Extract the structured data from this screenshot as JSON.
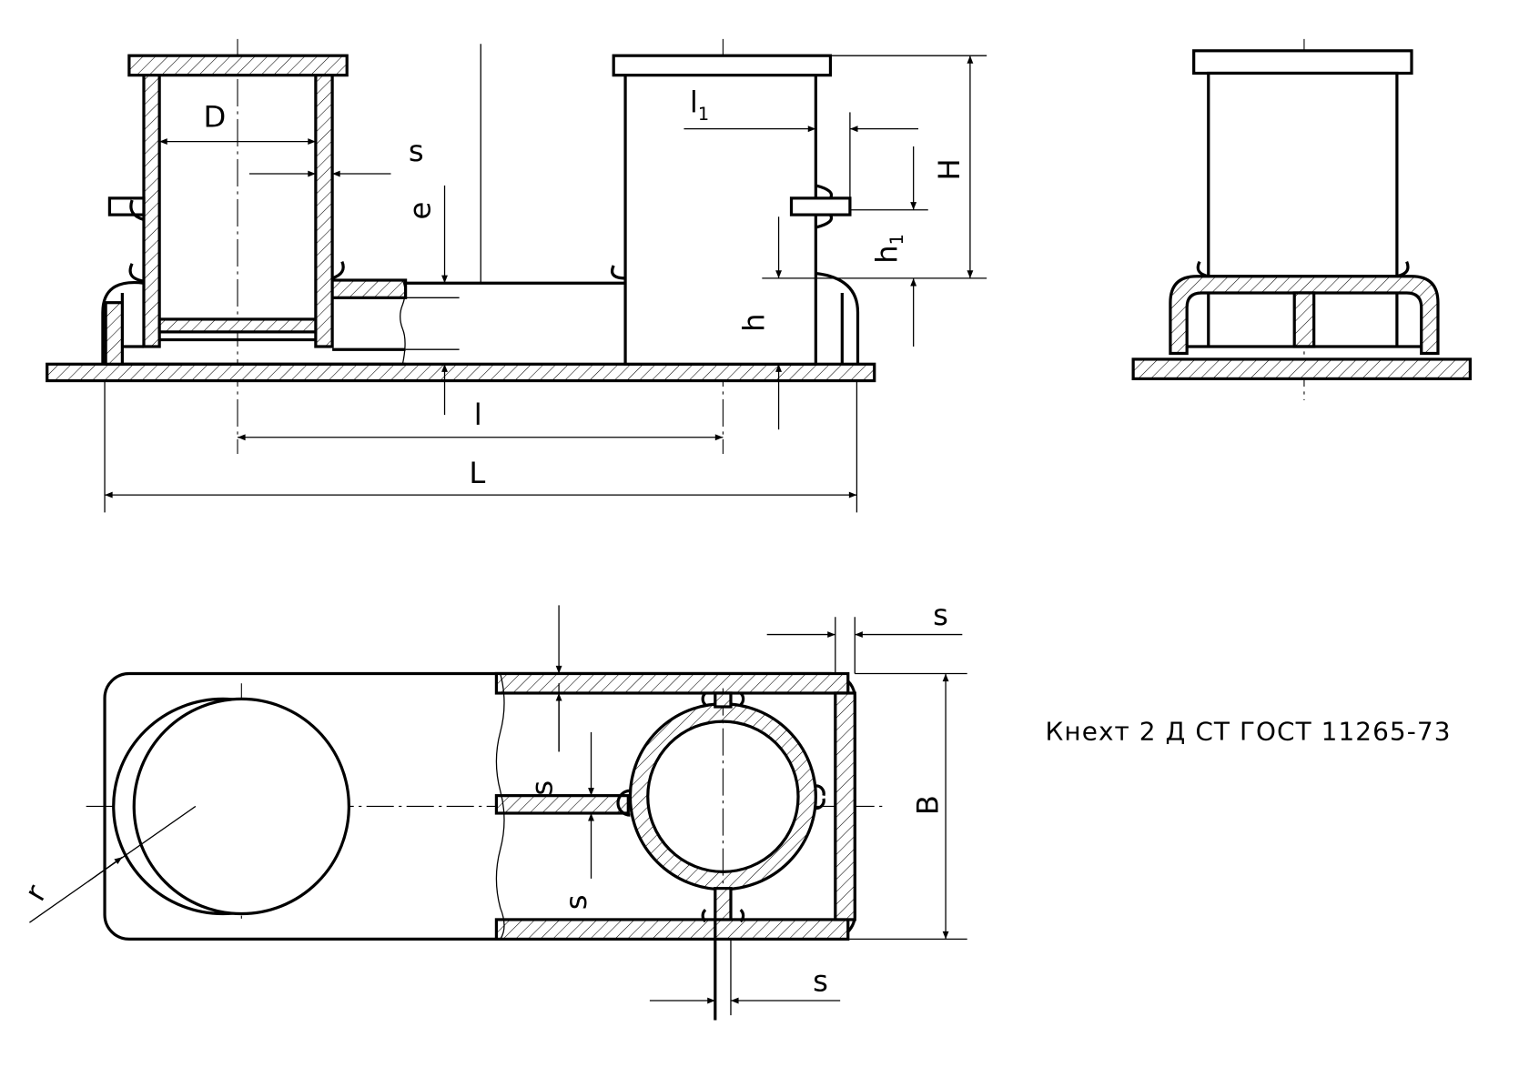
{
  "drawing": {
    "labels": {
      "D": "D",
      "s": "s",
      "e": "e",
      "l": "l",
      "L": "L",
      "l1": "l",
      "l1_sub": "1",
      "H": "H",
      "h": "h",
      "h1": "h",
      "h1_sub": "1",
      "B": "B",
      "r": "r"
    },
    "caption": "Кнехт 2 Д СТ ГОСТ 11265-73"
  }
}
